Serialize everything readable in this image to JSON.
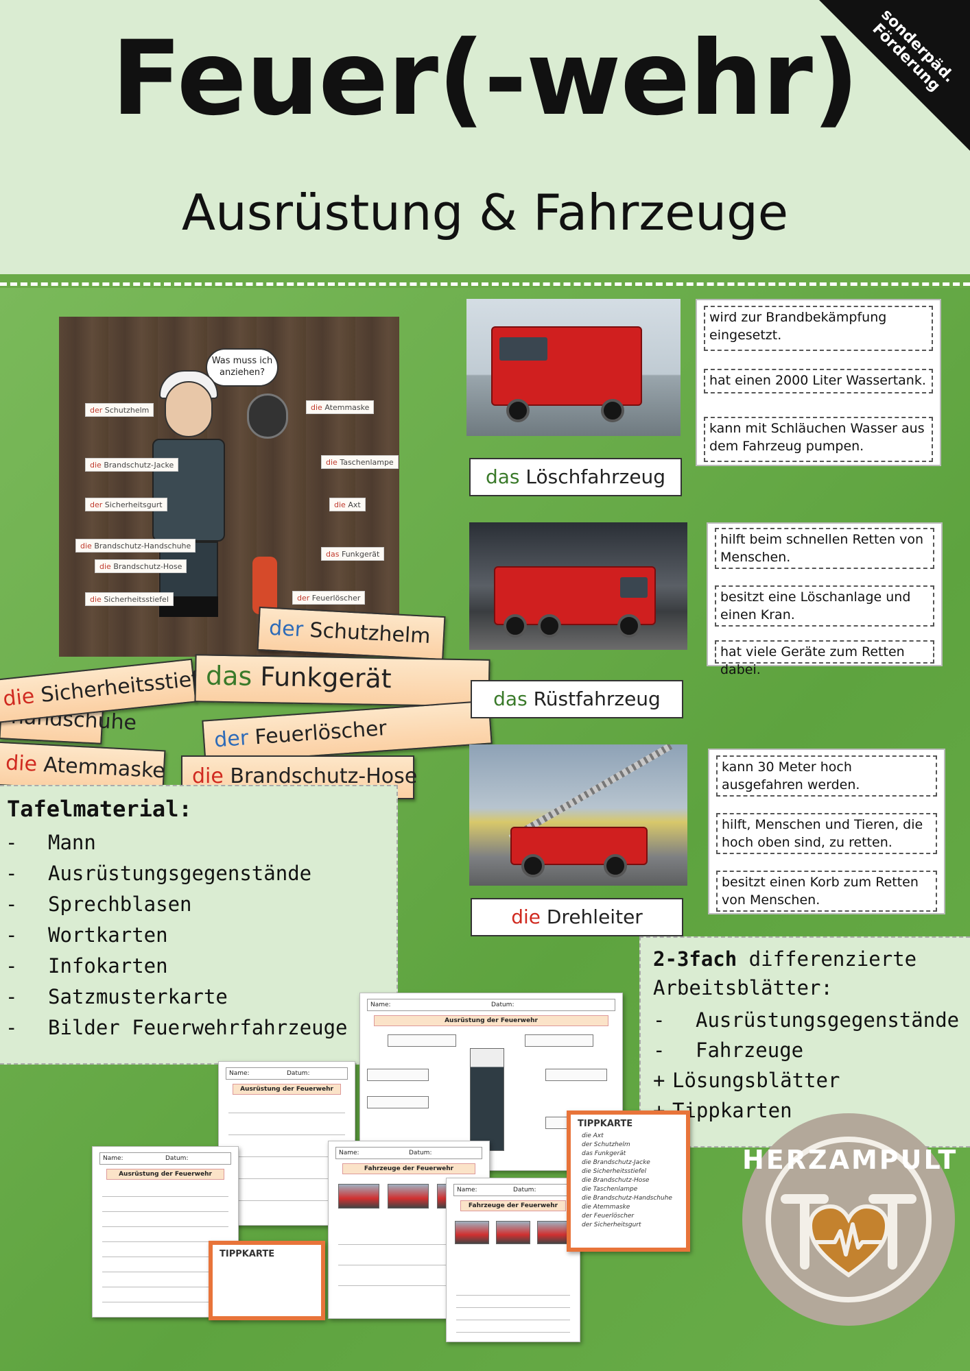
{
  "header": {
    "title": "Feuer(-wehr)",
    "subtitle": "Ausrüstung & Fahrzeuge",
    "corner_badge": [
      "sonderpäd.",
      "Förderung"
    ]
  },
  "photo": {
    "bubble": "Was muss ich anziehen?",
    "labels": [
      {
        "article": "der",
        "word": "Schutzhelm"
      },
      {
        "article": "die",
        "word": "Atemmaske"
      },
      {
        "article": "die",
        "word": "Brandschutz-Jacke"
      },
      {
        "article": "die",
        "word": "Taschenlampe"
      },
      {
        "article": "der",
        "word": "Sicherheitsgurt"
      },
      {
        "article": "die",
        "word": "Axt"
      },
      {
        "article": "die",
        "word": "Brandschutz-Handschuhe"
      },
      {
        "article": "das",
        "word": "Funkgerät"
      },
      {
        "article": "die",
        "word": "Brandschutz-Hose"
      },
      {
        "article": "die",
        "word": "Sicherheitsstiefel"
      },
      {
        "article": "der",
        "word": "Feuerlöscher"
      }
    ]
  },
  "word_cards": [
    {
      "article": "der",
      "word": "Schutzhelm"
    },
    {
      "article": "das",
      "word": "Funkgerät"
    },
    {
      "article": "die",
      "word": "Sicherheitsstiefel"
    },
    {
      "article": "",
      "word": "handschuhe"
    },
    {
      "article": "der",
      "word": "Feuerlöscher"
    },
    {
      "article": "die",
      "word": "Atemmaske"
    },
    {
      "article": "die",
      "word": "Brandschutz-Hose"
    }
  ],
  "vehicles": [
    {
      "article": "das",
      "name": "Löschfahrzeug",
      "facts": [
        "wird zur Brandbekämpfung eingesetzt.",
        "hat einen 2000 Liter Wassertank.",
        "kann mit Schläuchen Wasser aus dem Fahrzeug pumpen."
      ]
    },
    {
      "article": "das",
      "name": "Rüstfahrzeug",
      "facts": [
        "hilft beim schnellen Retten von Menschen.",
        "besitzt eine Löschanlage und einen Kran.",
        "hat viele Geräte zum Retten dabei."
      ]
    },
    {
      "article": "die",
      "name": "Drehleiter",
      "facts": [
        "kann 30 Meter hoch ausgefahren werden.",
        "hilft, Menschen und Tieren, die hoch oben sind, zu retten.",
        "besitzt einen Korb zum Retten von Menschen."
      ]
    }
  ],
  "tafelmaterial": {
    "heading": "Tafelmaterial:",
    "items": [
      "Mann",
      "Ausrüstungsgegenstände",
      "Sprechblasen",
      "Wortkarten",
      "Infokarten",
      "Satzmusterkarte",
      "Bilder Feuerwehrfahrzeuge"
    ]
  },
  "arbeitsblaetter": {
    "line1_bold": "2-3fach",
    "line1_rest": " differenzierte",
    "line2": "Arbeitsblätter:",
    "items": [
      {
        "prefix": "-",
        "text": "Ausrüstungsgegenstände"
      },
      {
        "prefix": "-",
        "text": "Fahrzeuge"
      },
      {
        "prefix": "+",
        "text": "Lösungsblätter"
      },
      {
        "prefix": "+",
        "text": "Tippkarten"
      }
    ]
  },
  "worksheets": {
    "name_label": "Name:",
    "date_label": "Datum:",
    "sheet_title_equipment": "Ausrüstung der Feuerwehr",
    "sheet_title_vehicles": "Fahrzeuge der Feuerwehr",
    "tipp_title": "TIPPKARTE",
    "tipp_words": [
      "die Axt",
      "der Schutzhelm",
      "das Funkgerät",
      "die Brandschutz-Jacke",
      "die Sicherheitsstiefel",
      "die Brandschutz-Hose",
      "die Taschenlampe",
      "die Brandschutz-Handschuhe",
      "die Atemmaske",
      "der Feuerlöscher",
      "der Sicherheitsgurt"
    ]
  },
  "logo": {
    "name": "HERZAMPULT",
    "color_bg": "#b3a89a",
    "color_heart": "#c4822e"
  },
  "colors": {
    "header_bg": "#daecd2",
    "main_green": "#6aaa48",
    "article_der": "#2e6bb8",
    "article_das": "#3a7a2a",
    "article_die": "#d02a20"
  }
}
